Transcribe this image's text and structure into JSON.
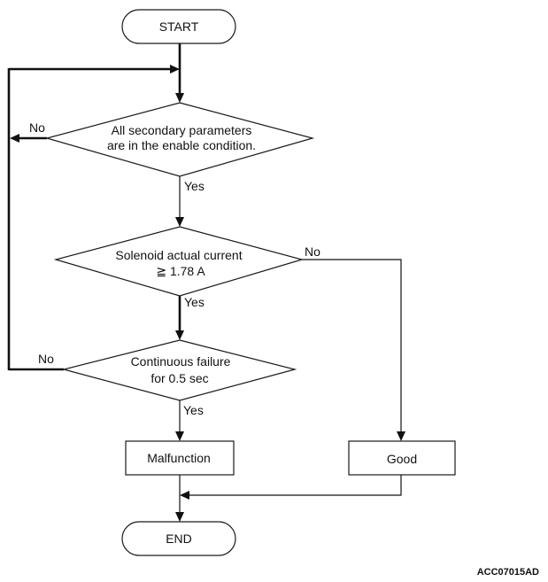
{
  "diagram": {
    "nodes": {
      "start": {
        "label": "START"
      },
      "decision_params": {
        "line1": "All secondary parameters",
        "line2": "are in the enable condition."
      },
      "decision_current": {
        "line1": "Solenoid actual current",
        "line2": "≧ 1.78 A"
      },
      "decision_failure": {
        "line1": "Continuous failure",
        "line2": "for 0.5 sec"
      },
      "malfunction": {
        "label": "Malfunction"
      },
      "good": {
        "label": "Good"
      },
      "end": {
        "label": "END"
      }
    },
    "edges": {
      "params_no": "No",
      "params_yes": "Yes",
      "current_no": "No",
      "current_yes": "Yes",
      "failure_no": "No",
      "failure_yes": "Yes"
    },
    "reference_code": "ACC07015AD"
  }
}
